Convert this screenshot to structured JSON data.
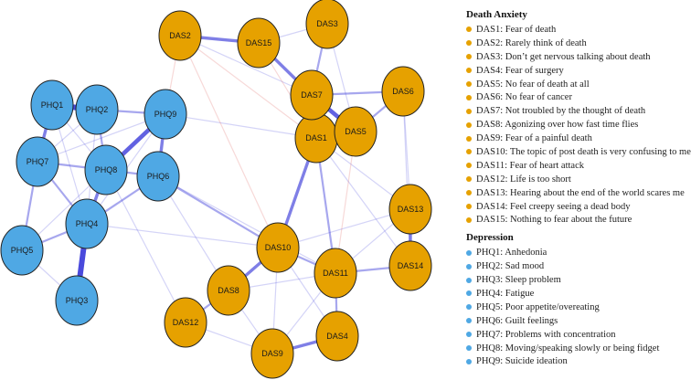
{
  "colors": {
    "death_anxiety": "#E6A100",
    "depression": "#4FA8E4",
    "positive_edge": "#3B3BD9",
    "negative_edge": "#D9534F"
  },
  "legend": {
    "death_anxiety": {
      "title": "Death Anxiety",
      "items": [
        "DAS1: Fear of death",
        "DAS2: Rarely think of death",
        "DAS3: Don’t get nervous talking about death",
        "DAS4: Fear of surgery",
        "DAS5: No fear of death at all",
        "DAS6: No fear of cancer",
        "DAS7: Not troubled by the thought of death",
        "DAS8: Agonizing over how fast time flies",
        "DAS9: Fear of a painful death",
        "DAS10: The topic of post death is very confusing to me",
        "DAS11: Fear of heart attack",
        "DAS12: Life is too short",
        "DAS13: Hearing about the end of the world scares me",
        "DAS14: Feel creepy seeing a dead body",
        "DAS15: Nothing to fear about the future"
      ]
    },
    "depression": {
      "title": "Depression",
      "items": [
        "PHQ1: Anhedonia",
        "PHQ2: Sad mood",
        "PHQ3: Sleep problem",
        "PHQ4: Fatigue",
        "PHQ5: Poor appetite/overeating",
        "PHQ6: Guilt feelings",
        "PHQ7: Problems with concentration",
        "PHQ8: Moving/speaking slowly or being fidget",
        "PHQ9: Suicide ideation"
      ]
    }
  },
  "network": {
    "nodes": [
      {
        "id": "DAS1",
        "group": "death_anxiety"
      },
      {
        "id": "DAS2",
        "group": "death_anxiety"
      },
      {
        "id": "DAS3",
        "group": "death_anxiety"
      },
      {
        "id": "DAS4",
        "group": "death_anxiety"
      },
      {
        "id": "DAS5",
        "group": "death_anxiety"
      },
      {
        "id": "DAS6",
        "group": "death_anxiety"
      },
      {
        "id": "DAS7",
        "group": "death_anxiety"
      },
      {
        "id": "DAS8",
        "group": "death_anxiety"
      },
      {
        "id": "DAS9",
        "group": "death_anxiety"
      },
      {
        "id": "DAS10",
        "group": "death_anxiety"
      },
      {
        "id": "DAS11",
        "group": "death_anxiety"
      },
      {
        "id": "DAS12",
        "group": "death_anxiety"
      },
      {
        "id": "DAS13",
        "group": "death_anxiety"
      },
      {
        "id": "DAS14",
        "group": "death_anxiety"
      },
      {
        "id": "DAS15",
        "group": "death_anxiety"
      },
      {
        "id": "PHQ1",
        "group": "depression"
      },
      {
        "id": "PHQ2",
        "group": "depression"
      },
      {
        "id": "PHQ3",
        "group": "depression"
      },
      {
        "id": "PHQ4",
        "group": "depression"
      },
      {
        "id": "PHQ5",
        "group": "depression"
      },
      {
        "id": "PHQ6",
        "group": "depression"
      },
      {
        "id": "PHQ7",
        "group": "depression"
      },
      {
        "id": "PHQ8",
        "group": "depression"
      },
      {
        "id": "PHQ9",
        "group": "depression"
      }
    ],
    "edges": [
      {
        "from": "PHQ1",
        "to": "PHQ2",
        "sign": "positive",
        "strength": 5
      },
      {
        "from": "PHQ3",
        "to": "PHQ4",
        "sign": "positive",
        "strength": 5
      },
      {
        "from": "PHQ8",
        "to": "PHQ9",
        "sign": "positive",
        "strength": 4
      },
      {
        "from": "PHQ4",
        "to": "PHQ8",
        "sign": "positive",
        "strength": 3
      },
      {
        "from": "PHQ1",
        "to": "PHQ7",
        "sign": "positive",
        "strength": 3
      },
      {
        "from": "PHQ9",
        "to": "PHQ6",
        "sign": "positive",
        "strength": 3
      },
      {
        "from": "PHQ2",
        "to": "PHQ8",
        "sign": "positive",
        "strength": 2
      },
      {
        "from": "PHQ5",
        "to": "PHQ4",
        "sign": "positive",
        "strength": 2
      },
      {
        "from": "PHQ7",
        "to": "PHQ8",
        "sign": "positive",
        "strength": 2
      },
      {
        "from": "PHQ7",
        "to": "PHQ4",
        "sign": "positive",
        "strength": 2
      },
      {
        "from": "PHQ8",
        "to": "PHQ6",
        "sign": "positive",
        "strength": 2
      },
      {
        "from": "PHQ2",
        "to": "PHQ9",
        "sign": "positive",
        "strength": 2
      },
      {
        "from": "PHQ5",
        "to": "PHQ7",
        "sign": "positive",
        "strength": 2
      },
      {
        "from": "PHQ4",
        "to": "PHQ6",
        "sign": "positive",
        "strength": 2
      },
      {
        "from": "PHQ1",
        "to": "PHQ8",
        "sign": "positive",
        "strength": 1
      },
      {
        "from": "PHQ2",
        "to": "PHQ7",
        "sign": "positive",
        "strength": 1
      },
      {
        "from": "PHQ5",
        "to": "PHQ3",
        "sign": "positive",
        "strength": 1
      },
      {
        "from": "PHQ4",
        "to": "PHQ9",
        "sign": "positive",
        "strength": 1
      },
      {
        "from": "PHQ2",
        "to": "PHQ4",
        "sign": "positive",
        "strength": 1
      },
      {
        "from": "PHQ5",
        "to": "PHQ8",
        "sign": "positive",
        "strength": 1
      },
      {
        "from": "PHQ7",
        "to": "PHQ9",
        "sign": "positive",
        "strength": 1
      },
      {
        "from": "PHQ1",
        "to": "PHQ4",
        "sign": "positive",
        "strength": 1
      },
      {
        "from": "PHQ6",
        "to": "DAS10",
        "sign": "positive",
        "strength": 2
      },
      {
        "from": "PHQ6",
        "to": "DAS8",
        "sign": "positive",
        "strength": 1
      },
      {
        "from": "PHQ9",
        "to": "DAS1",
        "sign": "positive",
        "strength": 1
      },
      {
        "from": "PHQ9",
        "to": "DAS2",
        "sign": "negative",
        "strength": 1
      },
      {
        "from": "PHQ4",
        "to": "DAS10",
        "sign": "positive",
        "strength": 1
      },
      {
        "from": "PHQ6",
        "to": "DAS11",
        "sign": "positive",
        "strength": 1
      },
      {
        "from": "PHQ8",
        "to": "DAS12",
        "sign": "positive",
        "strength": 1
      },
      {
        "from": "DAS2",
        "to": "DAS15",
        "sign": "positive",
        "strength": 3
      },
      {
        "from": "DAS15",
        "to": "DAS7",
        "sign": "positive",
        "strength": 3
      },
      {
        "from": "DAS7",
        "to": "DAS5",
        "sign": "positive",
        "strength": 4
      },
      {
        "from": "DAS3",
        "to": "DAS7",
        "sign": "positive",
        "strength": 2
      },
      {
        "from": "DAS6",
        "to": "DAS7",
        "sign": "positive",
        "strength": 2
      },
      {
        "from": "DAS6",
        "to": "DAS5",
        "sign": "positive",
        "strength": 2
      },
      {
        "from": "DAS15",
        "to": "DAS3",
        "sign": "positive",
        "strength": 1
      },
      {
        "from": "DAS2",
        "to": "DAS7",
        "sign": "positive",
        "strength": 1
      },
      {
        "from": "DAS5",
        "to": "DAS1",
        "sign": "negative",
        "strength": 4
      },
      {
        "from": "DAS7",
        "to": "DAS1",
        "sign": "negative",
        "strength": 2
      },
      {
        "from": "DAS2",
        "to": "DAS1",
        "sign": "negative",
        "strength": 1
      },
      {
        "from": "DAS1",
        "to": "DAS10",
        "sign": "positive",
        "strength": 3
      },
      {
        "from": "DAS1",
        "to": "DAS11",
        "sign": "positive",
        "strength": 2
      },
      {
        "from": "DAS10",
        "to": "DAS8",
        "sign": "positive",
        "strength": 3
      },
      {
        "from": "DAS10",
        "to": "DAS11",
        "sign": "positive",
        "strength": 2
      },
      {
        "from": "DAS8",
        "to": "DAS12",
        "sign": "positive",
        "strength": 2
      },
      {
        "from": "DAS11",
        "to": "DAS4",
        "sign": "positive",
        "strength": 2
      },
      {
        "from": "DAS9",
        "to": "DAS4",
        "sign": "positive",
        "strength": 3
      },
      {
        "from": "DAS13",
        "to": "DAS14",
        "sign": "positive",
        "strength": 3
      },
      {
        "from": "DAS11",
        "to": "DAS14",
        "sign": "positive",
        "strength": 2
      },
      {
        "from": "DAS11",
        "to": "DAS13",
        "sign": "positive",
        "strength": 1
      },
      {
        "from": "DAS10",
        "to": "DAS9",
        "sign": "positive",
        "strength": 1
      },
      {
        "from": "DAS8",
        "to": "DAS9",
        "sign": "positive",
        "strength": 1
      },
      {
        "from": "DAS10",
        "to": "DAS13",
        "sign": "positive",
        "strength": 1
      },
      {
        "from": "DAS1",
        "to": "DAS13",
        "sign": "positive",
        "strength": 1
      },
      {
        "from": "DAS11",
        "to": "DAS9",
        "sign": "positive",
        "strength": 1
      },
      {
        "from": "DAS12",
        "to": "DAS9",
        "sign": "positive",
        "strength": 1
      },
      {
        "from": "DAS10",
        "to": "DAS4",
        "sign": "positive",
        "strength": 1
      },
      {
        "from": "DAS1",
        "to": "DAS14",
        "sign": "positive",
        "strength": 1
      },
      {
        "from": "DAS8",
        "to": "DAS11",
        "sign": "positive",
        "strength": 1
      },
      {
        "from": "DAS2",
        "to": "DAS10",
        "sign": "negative",
        "strength": 1
      },
      {
        "from": "DAS15",
        "to": "DAS1",
        "sign": "negative",
        "strength": 1
      },
      {
        "from": "DAS3",
        "to": "DAS5",
        "sign": "positive",
        "strength": 1
      },
      {
        "from": "DAS6",
        "to": "DAS14",
        "sign": "positive",
        "strength": 1
      },
      {
        "from": "DAS6",
        "to": "DAS13",
        "sign": "positive",
        "strength": 1
      },
      {
        "from": "DAS5",
        "to": "DAS11",
        "sign": "negative",
        "strength": 1
      }
    ]
  }
}
